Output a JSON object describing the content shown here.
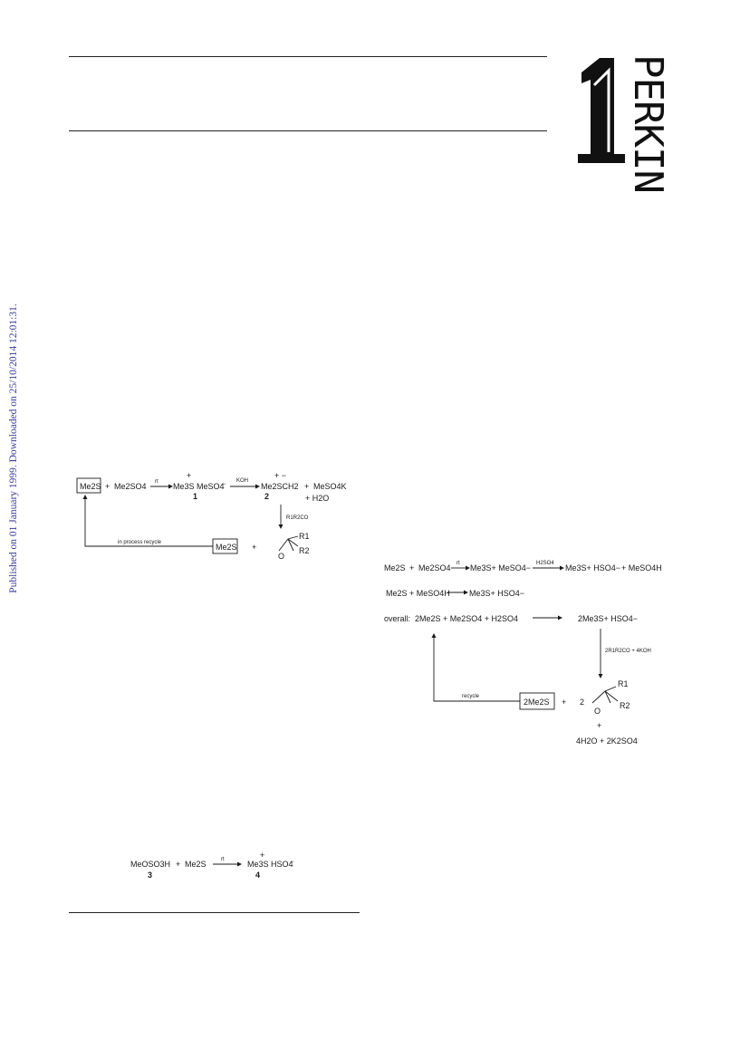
{
  "sidebar": {
    "published_note": "Published on 01 January 1999. Downloaded on 25/10/2014 12:01:31."
  },
  "logo": {
    "number": "1",
    "word": "PERKIN"
  },
  "scheme1": {
    "reagent_me2s": "Me2S",
    "plus": "+",
    "me2so4": "Me2SO4",
    "rt": "rt",
    "salt1": "Me3S MeSO4",
    "label1": "1",
    "koh": "KOH",
    "ylide": "Me2SCH2",
    "label2": "2",
    "mesok": "MeSO4K",
    "water": "+ H2O",
    "ketone": "R1R2CO",
    "recycle": "in process recycle",
    "me2s_recycled": "Me2S",
    "epoxide_O": "O",
    "r1": "R1",
    "r2": "R2"
  },
  "scheme2": {
    "row1_me2s": "Me2S",
    "row1_me2so4": "Me2SO4",
    "row1_rt": "rt",
    "row1_salt": "Me3S+ MeSO4−",
    "row1_h2so4": "H2SO4",
    "row1_product": "Me3S+ HSO4−",
    "row1_mesoh": "+ MeSO4H",
    "row2_left": "Me2S + MeSO4H",
    "row2_product": "Me3S+ HSO4−",
    "row3_overall": "overall:",
    "row3_left": "2Me2S + Me2SO4 + H2SO4",
    "row3_product": "2Me3S+ HSO4−",
    "conditions": "2R1R2CO + 4KOH",
    "recycle": "recycle",
    "me2s_box": "2Me2S",
    "plus": "+",
    "coef": "2",
    "epoxide_O": "O",
    "r1": "R1",
    "r2": "R2",
    "byplus": "+",
    "byproducts": "4H2O + 2K2SO4"
  },
  "scheme3": {
    "acid": "MeOSO3H",
    "label3": "3",
    "plus": "+",
    "me2s": "Me2S",
    "rt": "rt",
    "product": "Me3S HSO4",
    "label4": "4"
  }
}
